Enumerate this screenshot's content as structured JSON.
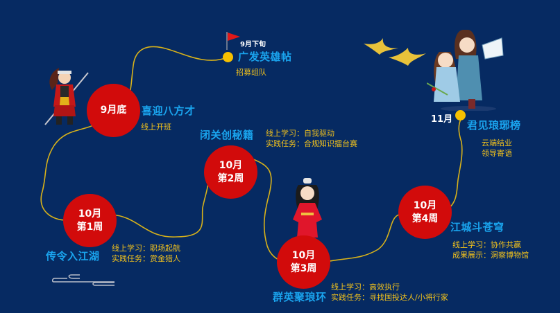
{
  "colors": {
    "background": "#062a62",
    "node_red": "#d20b0b",
    "title_blue": "#1aa4ee",
    "desc_gold": "#f2c21c",
    "path_gold": "#d8b21a",
    "dot_yellow": "#f6c000"
  },
  "milestones": [
    {
      "id": "kickoff",
      "date": "9月下旬",
      "title": "广发英雄帖",
      "lines": [
        "招募组队"
      ],
      "icon": "red-flag-icon"
    },
    {
      "id": "sept-end",
      "node_lines": [
        "9月底"
      ],
      "title": "喜迎八方才",
      "lines": [
        "线上开班"
      ]
    },
    {
      "id": "oct-week1",
      "node_lines": [
        "10月",
        "第1周"
      ],
      "title": "传令入江湖",
      "lines": [
        "线上学习：职场起航",
        "实践任务：赏金猎人"
      ]
    },
    {
      "id": "oct-week2",
      "node_lines": [
        "10月",
        "第2周"
      ],
      "title": "闭关创秘籍",
      "lines": [
        "线上学习：自我驱动",
        "实践任务：合规知识擂台赛"
      ]
    },
    {
      "id": "oct-week3",
      "node_lines": [
        "10月",
        "第3周"
      ],
      "title": "群英聚琅环",
      "lines": [
        "线上学习：高效执行",
        "实践任务：寻找国投达人/小将行家"
      ]
    },
    {
      "id": "oct-week4",
      "node_lines": [
        "10月",
        "第4周"
      ],
      "title": "江城斗苍穹",
      "lines": [
        "线上学习：协作共赢",
        "成果展示：洞察博物馆"
      ]
    },
    {
      "id": "november",
      "date": "11月",
      "title": "君见琅琊榜",
      "lines": [
        "云端结业",
        "领导寄语"
      ]
    }
  ],
  "illustrations": [
    {
      "name": "warrior-with-spear-illustration"
    },
    {
      "name": "lady-in-red-robe-illustration"
    },
    {
      "name": "couple-with-fan-illustration"
    },
    {
      "name": "golden-swallows-illustration"
    },
    {
      "name": "cloud-ornament-illustration"
    }
  ]
}
